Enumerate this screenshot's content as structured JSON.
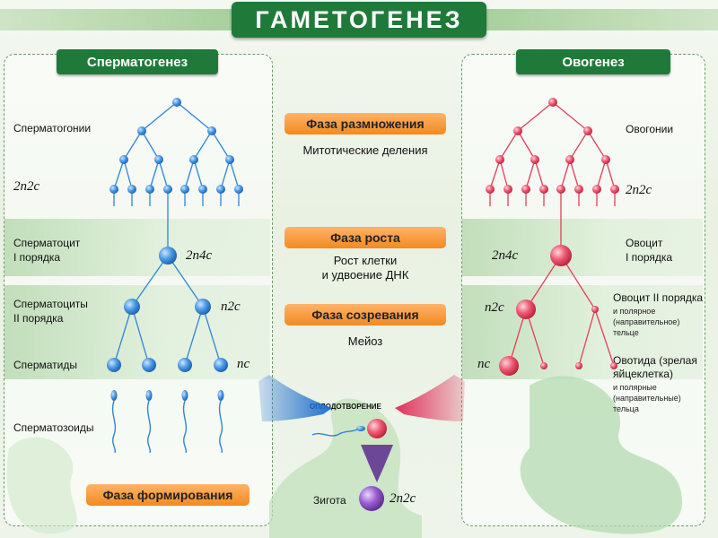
{
  "title": "ГАМЕТОГЕНЕЗ",
  "left": {
    "heading": "Сперматогенез",
    "stages": {
      "spermatogonia": "Сперматогонии",
      "spermatocyte1_a": "Сперматоцит",
      "spermatocyte1_b": "I порядка",
      "spermatocytes2_a": "Сперматоциты",
      "spermatocytes2_b": "II порядка",
      "spermatids": "Сперматиды",
      "spermatozoa": "Сперматозоиды"
    },
    "ploidy": {
      "gonia": "2n2c",
      "cyte1": "2n4c",
      "cyte2": "n2c",
      "tid": "nc"
    },
    "formation_phase": "Фаза формирования"
  },
  "center": {
    "phase_reproduction": "Фаза размножения",
    "reproduction_desc": "Митотические деления",
    "phase_growth": "Фаза роста",
    "growth_desc_1": "Рост клетки",
    "growth_desc_2": "и удвоение ДНК",
    "phase_maturation": "Фаза созревания",
    "maturation_desc": "Мейоз",
    "fertilization": "ОПЛОДОТВОРЕНИЕ",
    "zygote": "Зигота",
    "zygote_ploidy": "2n2c"
  },
  "right": {
    "heading": "Овогенез",
    "stages": {
      "oogonia": "Овогонии",
      "oocyte1_a": "Овоцит",
      "oocyte1_b": "I порядка",
      "oocyte2": "Овоцит II порядка",
      "oocyte2_note_1": "и полярное",
      "oocyte2_note_2": "(направительное)",
      "oocyte2_note_3": "тельце",
      "ootid_1": "Овотида (зрелая",
      "ootid_2": "яйцеклетка)",
      "ootid_note_1": "и полярные",
      "ootid_note_2": "(направительные)",
      "ootid_note_3": "тельца"
    },
    "ploidy": {
      "gonia": "2n2c",
      "cyte1": "2n4c",
      "cyte2": "n2c",
      "tid": "nc"
    }
  },
  "colors": {
    "male": "#2f86d6",
    "female": "#e0405a",
    "zygote": "#8a4fc0",
    "banner": "#1f7a3a",
    "phase": "#f28a1f"
  }
}
